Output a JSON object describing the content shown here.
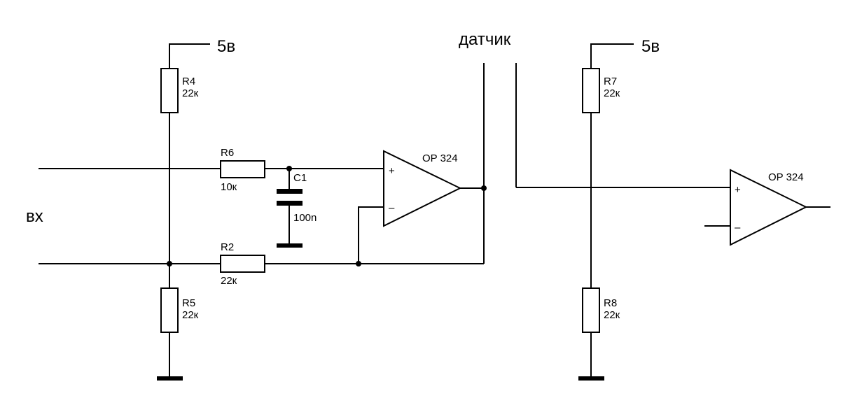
{
  "labels": {
    "supply_left": "5в",
    "supply_right": "5в",
    "sensor": "датчик",
    "input": "вх"
  },
  "components": {
    "R4": {
      "ref": "R4",
      "value": "22к"
    },
    "R5": {
      "ref": "R5",
      "value": "22к"
    },
    "R6": {
      "ref": "R6",
      "value": "10к"
    },
    "R2": {
      "ref": "R2",
      "value": "22к"
    },
    "C1": {
      "ref": "C1",
      "value": "100n"
    },
    "R7": {
      "ref": "R7",
      "value": "22к"
    },
    "R8": {
      "ref": "R8",
      "value": "22к"
    },
    "OP1": {
      "ref": "OP 324",
      "plus": "+",
      "minus": "–"
    },
    "OP2": {
      "ref": "OP 324",
      "plus": "+",
      "minus": "–"
    }
  }
}
